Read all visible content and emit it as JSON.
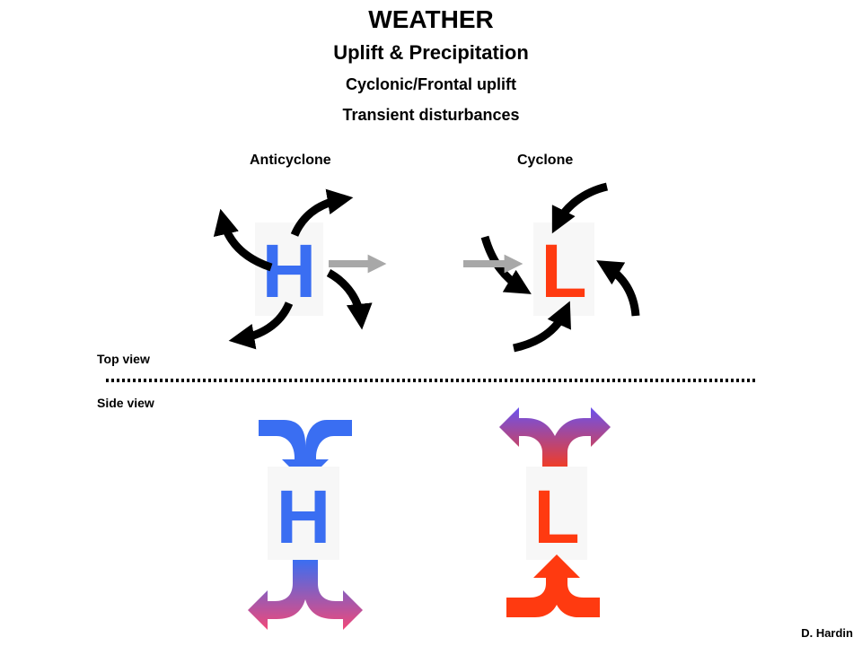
{
  "header": {
    "title": "WEATHER",
    "subtitle": "Uplift & Precipitation",
    "topic": "Cyclonic/Frontal uplift",
    "subtopic": "Transient disturbances"
  },
  "labels": {
    "anticyclone": "Anticyclone",
    "cyclone": "Cyclone",
    "top_view": "Top view",
    "side_view": "Side view",
    "author": "D. Hardin"
  },
  "symbols": {
    "high": "H",
    "low": "L"
  },
  "colors": {
    "high": "#3a6ef2",
    "low": "#ff3a10",
    "arrow": "#000000",
    "motion_arrow": "#a8a8a8",
    "divider": "#000000"
  }
}
